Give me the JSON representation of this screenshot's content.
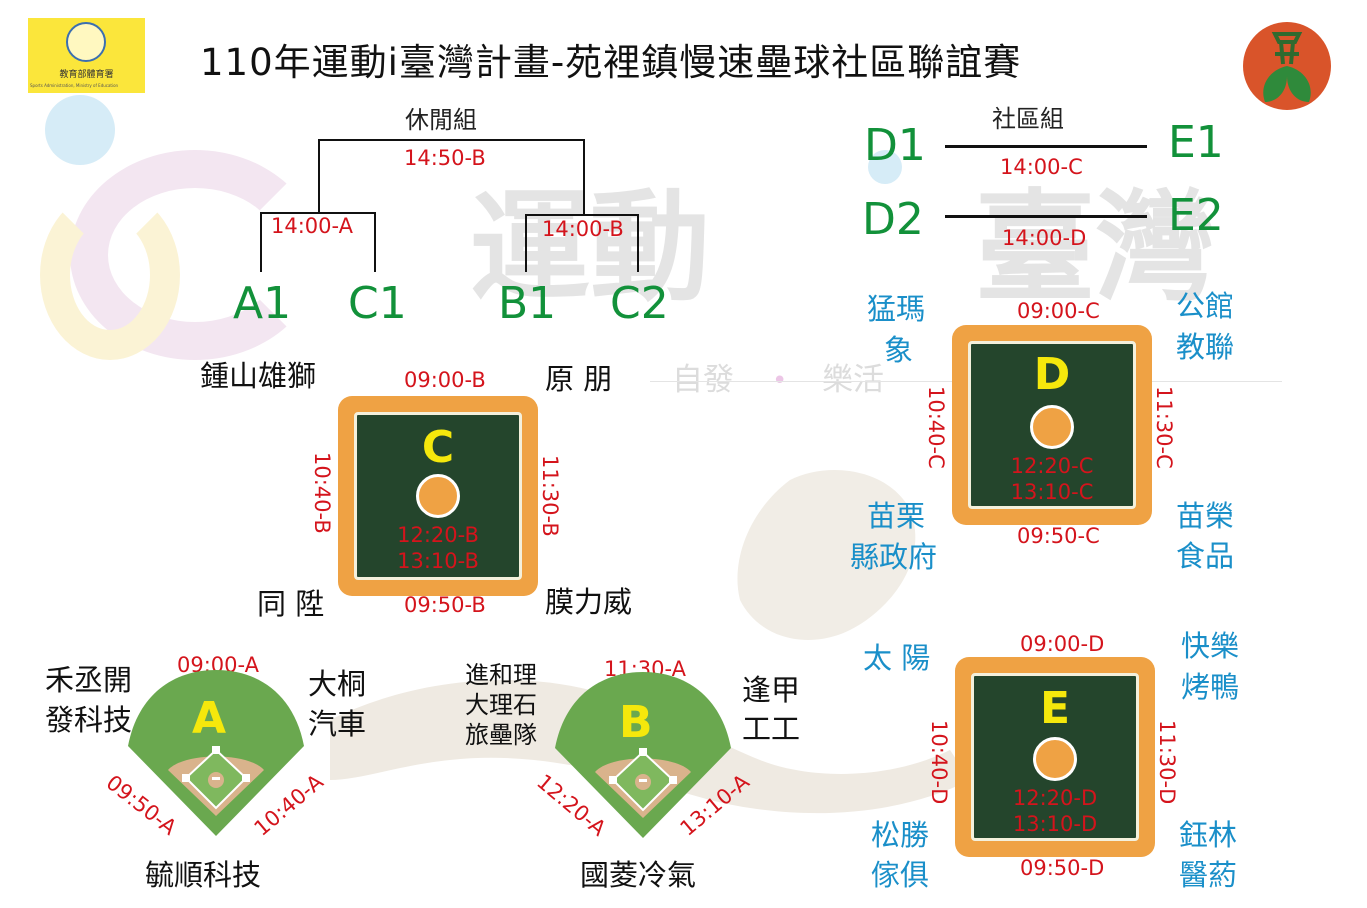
{
  "header": {
    "title": "110年運動i臺灣計畫-苑裡鎮慢速壘球社區聯誼賽",
    "logo_left_line1": "教育部體育署",
    "logo_left_line2": "Sports Administration, Ministry of Education"
  },
  "watermark": {
    "big_left": "運動",
    "big_right": "臺灣",
    "slogan_1": "自發",
    "slogan_dot": "•",
    "slogan_2": "樂活"
  },
  "leisure_bracket": {
    "group_name": "休閒組",
    "final_time": "14:50-B",
    "semi_left_time": "14:00-A",
    "semi_right_time": "14:00-B",
    "seeds": [
      "A1",
      "C1",
      "B1",
      "C2"
    ]
  },
  "community_bracket": {
    "group_name": "社區組",
    "left_seeds": [
      "D1",
      "D2"
    ],
    "right_seeds": [
      "E1",
      "E2"
    ],
    "match_1_time": "14:00-C",
    "match_2_time": "14:00-D"
  },
  "field_c": {
    "letter": "C",
    "top_time": "09:00-B",
    "bottom_time": "09:50-B",
    "left_time": "10:40-B",
    "right_time": "11:30-B",
    "center_time_1": "12:20-B",
    "center_time_2": "13:10-B",
    "team_tl": "鍾山雄獅",
    "team_tr": "原 朋",
    "team_bl": "同 陞",
    "team_br": "膜力威"
  },
  "field_d": {
    "letter": "D",
    "top_time": "09:00-C",
    "bottom_time": "09:50-C",
    "left_time": "10:40-C",
    "right_time": "11:30-C",
    "center_time_1": "12:20-C",
    "center_time_2": "13:10-C",
    "team_tl_1": "猛瑪",
    "team_tl_2": "象",
    "team_tr_1": "公館",
    "team_tr_2": "教聯",
    "team_bl_1": "苗栗",
    "team_bl_2": "縣政府",
    "team_br_1": "苗榮",
    "team_br_2": "食品"
  },
  "field_e": {
    "letter": "E",
    "top_time": "09:00-D",
    "bottom_time": "09:50-D",
    "left_time": "10:40-D",
    "right_time": "11:30-D",
    "center_time_1": "12:20-D",
    "center_time_2": "13:10-D",
    "team_tl": "太 陽",
    "team_tr_1": "快樂",
    "team_tr_2": "烤鴨",
    "team_bl_1": "松勝",
    "team_bl_2": "傢俱",
    "team_br_1": "鈺林",
    "team_br_2": "醫葯"
  },
  "field_a": {
    "letter": "A",
    "top_time": "09:00-A",
    "left_time": "09:50-A",
    "right_time": "10:40-A",
    "team_tl_1": "禾丞開",
    "team_tl_2": "發科技",
    "team_tr_1": "大桐",
    "team_tr_2": "汽車",
    "team_bottom": "毓順科技"
  },
  "field_b": {
    "letter": "B",
    "top_time": "11:30-A",
    "left_time": "12:20-A",
    "right_time": "13:10-A",
    "team_tl_1": "進和理",
    "team_tl_2": "大理石",
    "team_tl_3": "旅壘隊",
    "team_tr_1": "逢甲",
    "team_tr_2": "工工",
    "team_bottom": "國菱冷氣"
  },
  "colors": {
    "seed_green": "#12913a",
    "time_red": "#d4141c",
    "team_blue": "#1a8fc9",
    "field_orange": "#efa244",
    "field_dark": "#24452c",
    "letter_yellow": "#f5e80c",
    "grass_green": "#6aa84f"
  }
}
